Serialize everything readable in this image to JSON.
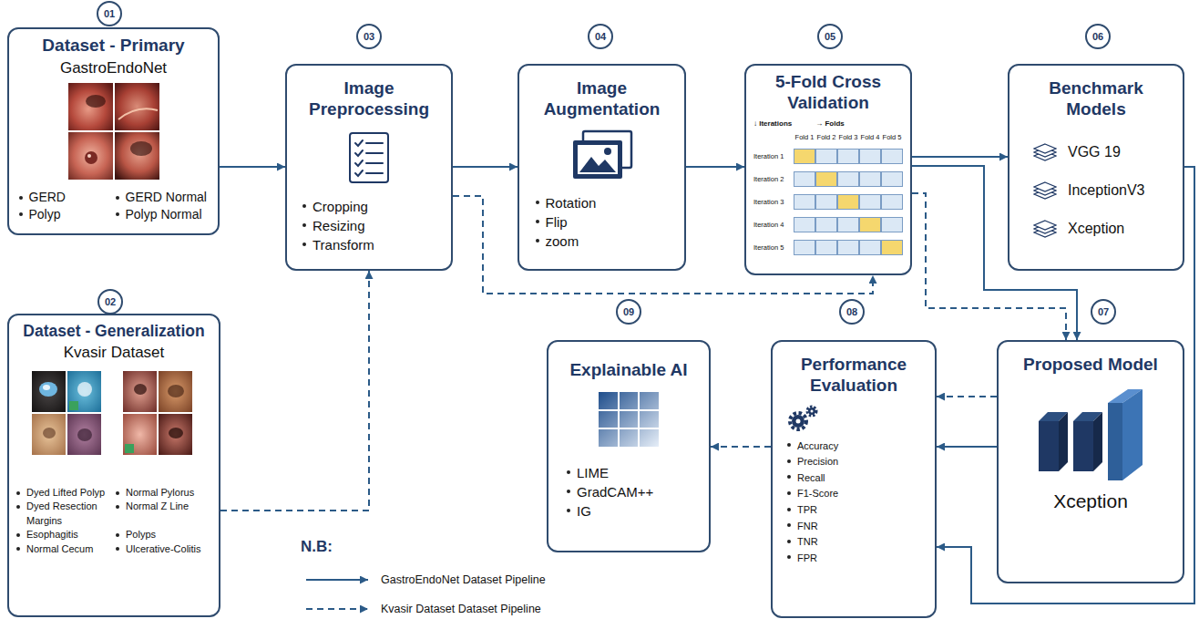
{
  "diagram": {
    "nodes": [
      {
        "text": [
          "Dataset - Primary",
          "GastroEndoNet",
          "GERD",
          "GERD Normal",
          "Polyp",
          "Polyp Normal"
        ]
      },
      {
        "text": [
          "Dataset - Generalization",
          "Kvasir Dataset",
          "Dyed Lifted Polyp",
          "Dyed Resection Margins",
          "Esophagitis",
          "Normal Cecum",
          "Normal Pylorus",
          "Normal Z Line",
          "Polyps",
          "Ulcerative-Colitis"
        ]
      },
      {
        "text": [
          "Image Preprocessing",
          "Cropping",
          "Resizing",
          "Transform"
        ]
      },
      {
        "text": [
          "Image Augmentation",
          "Rotation",
          "Flip",
          "zoom"
        ]
      },
      {
        "text": [
          "5-Fold Cross Validation",
          "↓ Iterations",
          "→ Folds",
          "Fold 1",
          "Fold 2",
          "Fold 3",
          "Fold 4",
          "Fold 5",
          "Iteration 1",
          "Iteration 2",
          "Iteration 3",
          "Iteration 4",
          "Iteration 5"
        ]
      },
      {
        "text": [
          "Benchmark Models",
          "VGG 19",
          "InceptionV3",
          "Xception"
        ]
      },
      {
        "text": [
          "Proposed Model",
          "Xception"
        ]
      },
      {
        "text": [
          "Performance Evaluation",
          "Accuracy",
          "Precision",
          "Recall",
          "F1-Score",
          "TPR",
          "FNR",
          "TNR",
          "FPR"
        ]
      },
      {
        "text": [
          "Explainable AI",
          "LIME",
          "GradCAM++",
          "IG"
        ]
      }
    ],
    "edges": [
      {
        "from": 0,
        "to": 2,
        "arrow": "to"
      },
      {
        "from": 1,
        "to": 2,
        "arrow": "to"
      },
      {
        "from": 2,
        "to": 3,
        "arrow": "to"
      },
      {
        "from": 2,
        "to": 4,
        "arrow": "to"
      },
      {
        "from": 3,
        "to": 4,
        "arrow": "to"
      },
      {
        "from": 4,
        "to": 5,
        "arrow": "to"
      },
      {
        "from": 4,
        "to": 6,
        "arrow": "to"
      },
      {
        "from": 4,
        "to": 6,
        "arrow": "to"
      },
      {
        "from": 5,
        "to": 7,
        "arrow": "to"
      },
      {
        "from": 6,
        "to": 7,
        "arrow": "to"
      },
      {
        "from": 6,
        "to": 7,
        "arrow": "to"
      },
      {
        "from": 7,
        "to": 8,
        "arrow": "to"
      }
    ],
    "labels": [
      "01",
      "02",
      "03",
      "04",
      "05",
      "06",
      "07",
      "08",
      "09",
      "N.B:"
    ],
    "legend": [
      {
        "text": "GastroEndoNet Dataset Pipeline"
      },
      {
        "text": "Kvasir Dataset Dataset Pipeline"
      }
    ]
  }
}
